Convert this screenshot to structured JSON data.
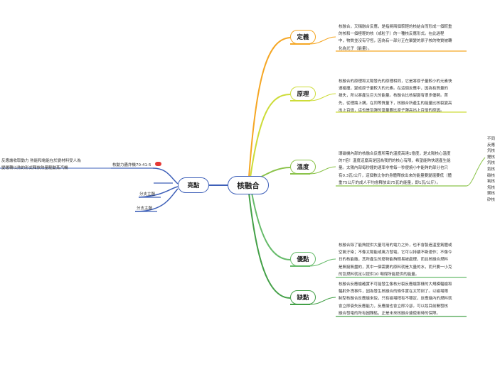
{
  "central": "核融合",
  "branches": [
    {
      "key": "definition",
      "label": "定義",
      "color": "#f5a623",
      "note": "核融合，又稱融合反應，是指將兩個較輕的核結合而形成一個較重\n的核和一個極輕的核（或粒子）的一種核反應形式。在此過程\n中，物質並沒有守恆，因為有一部分正在聚變的原子核的物質被轉\n化為光子（能量）。"
    },
    {
      "key": "principle",
      "label": "原理",
      "color": "#cddc39",
      "note": "核融合的原理和太陽發光的原理相同，它是將原子量較小的元素快\n速碰撞，變成原子量較大的元素。在這個反應中，因為有質量的\n損失，所以將產生巨大的能量。核融合比核裂變有很多優勢。首\n先，從理論上講，在同等質量下，核融合所產生的能量比核裂變高\n出上百倍，這也是氫彈的當量要比原子彈高出上百倍的原因。"
    },
    {
      "key": "speed",
      "label": "溫度",
      "color": "#8bc34a",
      "note": "環磁機內部的核融合反應所需的溫度高達1億度，是太陽核心溫度\n的7倍！溫度這麼高是因為我們的核心有限，希望能夠快速產生能\n量。太陽內部每秒鐘的速率非常每一秒便燒小中能夠的部分也只\n有0.3瓦/公斤，這個數比你的身體釋放出來的能量要變還要低（體\n重75公斤的成人平均會釋放出75瓦的能量，即1瓦/公斤）。"
    },
    {
      "key": "advantage",
      "label": "優點",
      "color": "#66bb6a",
      "note": "核融合除了能夠提供大量可用的電力之外，也不會製造溫室氣體或\n空氣汙染；不像太陽能或風力發電，它可以持續不斷運作；不像今\n日的核能廠，其所產生的廢物能夠輕易被處理，而且核融合燃料\n是無窮無盡的，其中一個需要的原料就是大量的水，而只要一小克\n的氫燃料就足以提供10 噸煤所能提供的能量。"
    },
    {
      "key": "disadvantage",
      "label": "缺點",
      "color": "#43a047",
      "note": "核融合反應爐確實不可能發生像核分裂反應爐那樣的大規模輻爐和\n輻射外洩事件，因為發生核融合的條件實在太苛刻了。以磁場限\n制型核融合反應爐來說，只有磁場稍有不穩定，反應爐內的燃料就\n會立即衰失反應能力，反應爐也會立即冷卻。可以說目前開發核\n融合發電的所有困難點，正是未來核融合爐使用時的保障。"
    }
  ],
  "left": {
    "label": "亮點",
    "items": [
      {
        "text": "核動力轟炸機70-41-5"
      },
      {
        "text": "分支主題"
      },
      {
        "text": "分支主題"
      }
    ],
    "far_note": "反應爐收取動力 熱能和電能在於變材料受人為\n變暖轉以熱的形式釋放熱量驅動蒸汽機"
  },
  "side_note": "不同\n反應\n氘核\n鋰核\n氘核\n氦核\n碳核\n氧核\n氖核\n鎂核\n矽核"
}
